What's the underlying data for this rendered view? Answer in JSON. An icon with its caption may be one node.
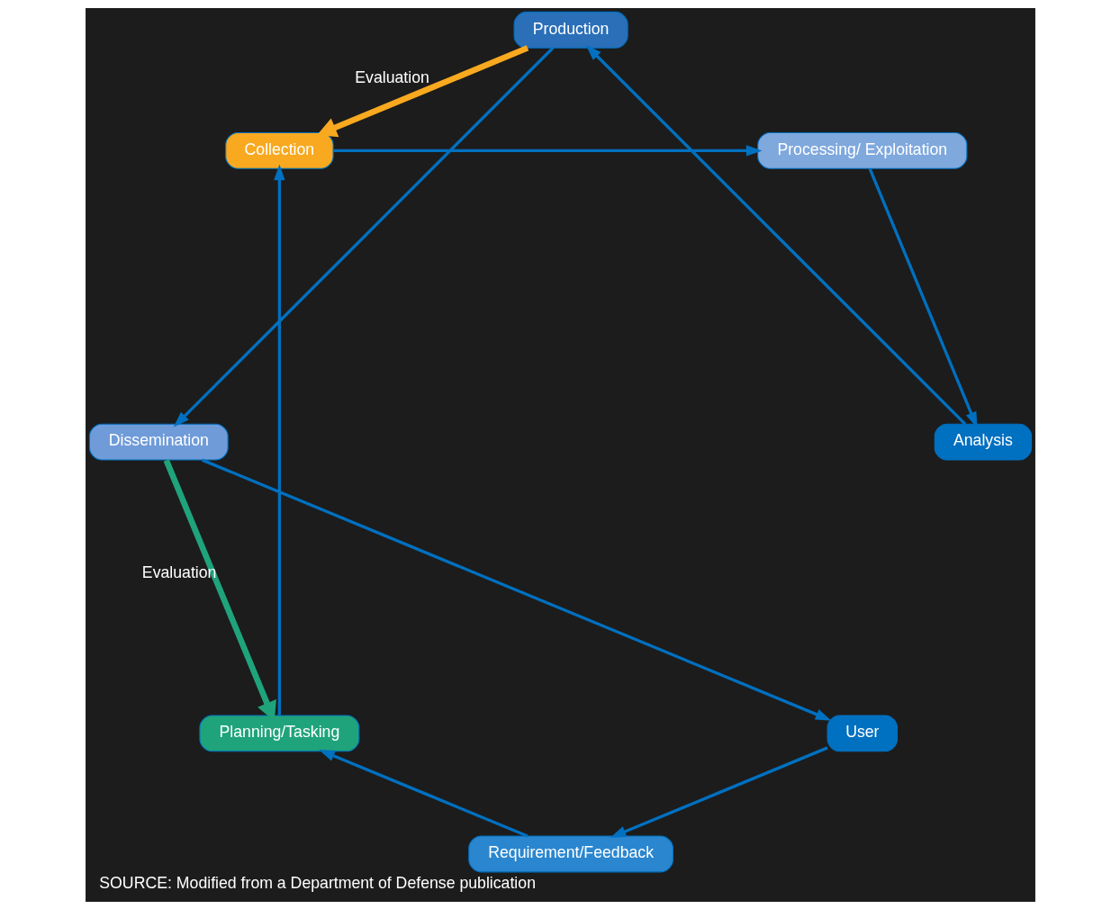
{
  "diagram": {
    "caption": "SOURCE: Modified from a Department of Defense publication",
    "nodes": [
      {
        "text": [
          "User"
        ]
      },
      {
        "text": [
          "Requirement/Feedback"
        ]
      },
      {
        "text": [
          "Planning/Tasking"
        ]
      },
      {
        "text": [
          "Collection"
        ]
      },
      {
        "text": [
          "Processing/ Exploitation"
        ]
      },
      {
        "text": [
          "Analysis"
        ]
      },
      {
        "text": [
          "Production"
        ]
      },
      {
        "text": [
          "Dissemination"
        ]
      }
    ],
    "edges": [
      {
        "from": 0,
        "to": 1,
        "arrow": "to"
      },
      {
        "from": 1,
        "to": 2,
        "arrow": "to"
      },
      {
        "from": 2,
        "to": 3,
        "arrow": "to"
      },
      {
        "from": 3,
        "to": 4,
        "arrow": "to"
      },
      {
        "from": 4,
        "to": 5,
        "arrow": "to"
      },
      {
        "from": 5,
        "to": 6,
        "arrow": "to"
      },
      {
        "from": 6,
        "to": 7,
        "arrow": "to"
      },
      {
        "from": 7,
        "to": 0,
        "arrow": "to"
      },
      {
        "from": 7,
        "to": 2,
        "arrow": "to",
        "label": "Evaluation",
        "style": "thick",
        "color": "#1fa37a"
      },
      {
        "from": 6,
        "to": 3,
        "arrow": "to",
        "label": "Evaluation",
        "style": "thick",
        "color": "#f8a91f"
      }
    ]
  }
}
